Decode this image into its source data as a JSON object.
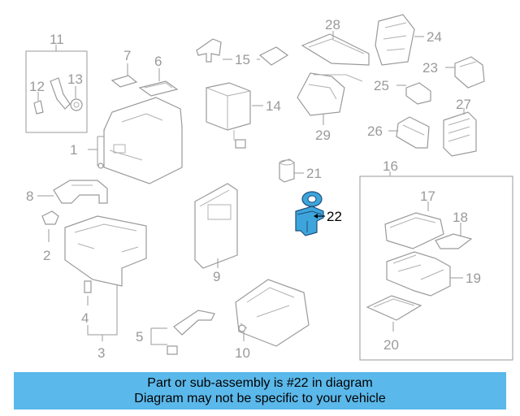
{
  "callout_labels": {
    "p1": "1",
    "p2": "2",
    "p3": "3",
    "p4": "4",
    "p5": "5",
    "p6": "6",
    "p7": "7",
    "p8": "8",
    "p9": "9",
    "p10": "10",
    "p11": "11",
    "p12": "12",
    "p13": "13",
    "p14": "14",
    "p15": "15",
    "p16": "16",
    "p17": "17",
    "p18": "18",
    "p19": "19",
    "p20": "20",
    "p21": "21",
    "p22": "22",
    "p23": "23",
    "p24": "24",
    "p25": "25",
    "p26": "26",
    "p27": "27",
    "p28": "28",
    "p29": "29"
  },
  "highlighted_part": "22",
  "colors": {
    "highlight_fill": "#3da5dc",
    "highlight_stroke": "#1f4e79",
    "banner": "#5bb8ea",
    "line_art": "#9a9a9a"
  },
  "banner": {
    "line1": "Part or sub-assembly is #22 in diagram",
    "line2": "Diagram may not be specific to your vehicle"
  }
}
